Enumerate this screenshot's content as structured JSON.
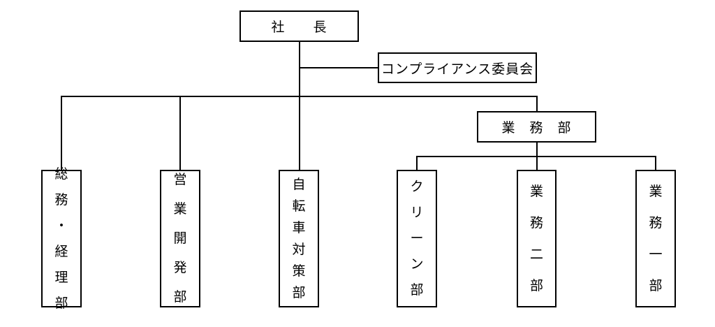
{
  "org_chart": {
    "president": {
      "label": "社　　長"
    },
    "compliance_committee": {
      "label": "コンプライアンス委員会"
    },
    "gyomu_bu": {
      "label": "業　務　部"
    },
    "departments": [
      {
        "chars": [
          "総",
          "務",
          "・",
          "経",
          "理",
          "部"
        ]
      },
      {
        "chars": [
          "営",
          "業",
          "開",
          "発",
          "部"
        ]
      },
      {
        "chars": [
          "自",
          "転",
          "車",
          "対",
          "策",
          "部"
        ]
      },
      {
        "chars": [
          "ク",
          "リ",
          "ー",
          "ン",
          "部"
        ]
      },
      {
        "chars": [
          "業",
          "務",
          "二",
          "部"
        ]
      },
      {
        "chars": [
          "業",
          "務",
          "一",
          "部"
        ]
      }
    ]
  }
}
